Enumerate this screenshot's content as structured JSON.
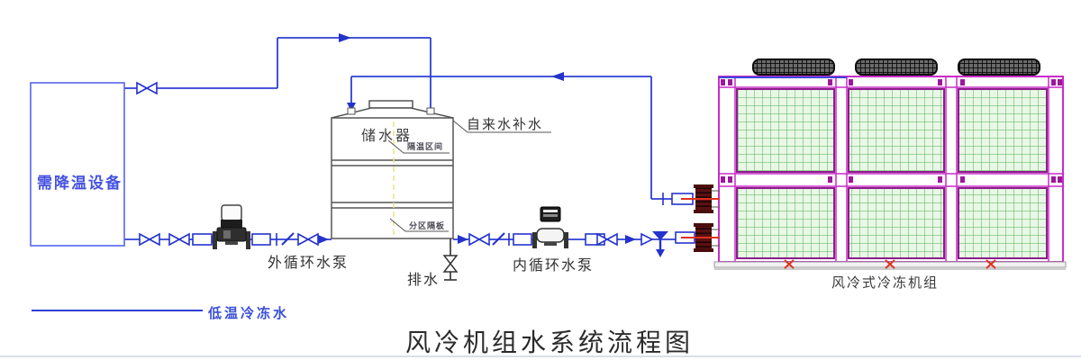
{
  "title": "风冷机组水系统流程图",
  "legend": {
    "chilled_water": "低温冷冻水"
  },
  "equipment": {
    "cooling_load_box": "需降温设备",
    "tank": "储水器",
    "tank_zone": "隔温区间",
    "tank_partition": "分区隔板",
    "makeup_water": "自来水补水",
    "external_pump": "外循环水泵",
    "drain": "排水",
    "internal_pump": "内循环水泵",
    "chiller": "风冷式冷冻机组"
  },
  "colors": {
    "pipe_blue": "#2f3fd4",
    "chiller_frame_magenta": "#c92cc9",
    "panel_mesh_green": "#4db04d",
    "flange_maroon": "#5a1010",
    "accent_red": "#e03020",
    "outline_gray": "#555555",
    "label_blue": "#3b4fd8",
    "title_dark": "#2b2b2b"
  }
}
